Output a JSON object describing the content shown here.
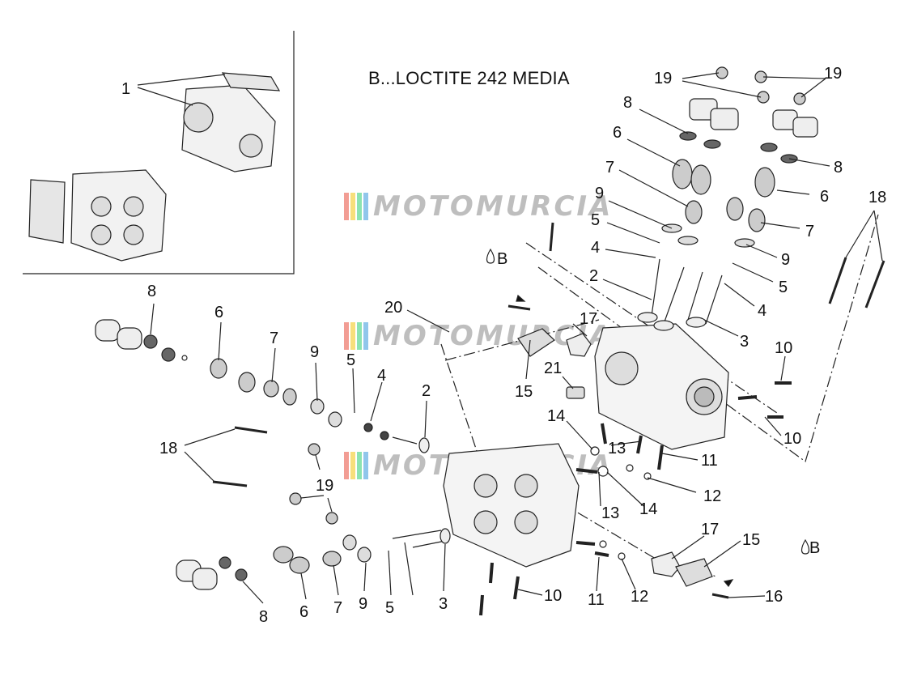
{
  "note": "B...LOCTITE 242 MEDIA",
  "watermark": {
    "text": "MOTOMURCIA",
    "colors": [
      "#e74c3c",
      "#f1c40f",
      "#2ecc71",
      "#3498db"
    ]
  },
  "callouts": {
    "c1": "1",
    "c2a": "2",
    "c2b": "2",
    "c3a": "3",
    "c3b": "3",
    "c4a": "4",
    "c4b": "4",
    "c4c": "4",
    "c5a": "5",
    "c5b": "5",
    "c5c": "5",
    "c5d": "5",
    "c6a": "6",
    "c6b": "6",
    "c6c": "6",
    "c6d": "6",
    "c7a": "7",
    "c7b": "7",
    "c7c": "7",
    "c7d": "7",
    "c8a": "8",
    "c8b": "8",
    "c8c": "8",
    "c8d": "8",
    "c9a": "9",
    "c9b": "9",
    "c9c": "9",
    "c9d": "9",
    "c10a": "10",
    "c10b": "10",
    "c10c": "10",
    "c11a": "11",
    "c11b": "11",
    "c12a": "12",
    "c12b": "12",
    "c13a": "13",
    "c13b": "13",
    "c14a": "14",
    "c14b": "14",
    "c15a": "15",
    "c15b": "15",
    "c16": "16",
    "c17a": "17",
    "c17b": "17",
    "c18a": "18",
    "c18b": "18",
    "c19a": "19",
    "c19b": "19",
    "c19c": "19",
    "c20": "20",
    "c21": "21",
    "b1": "B",
    "b2": "B"
  }
}
